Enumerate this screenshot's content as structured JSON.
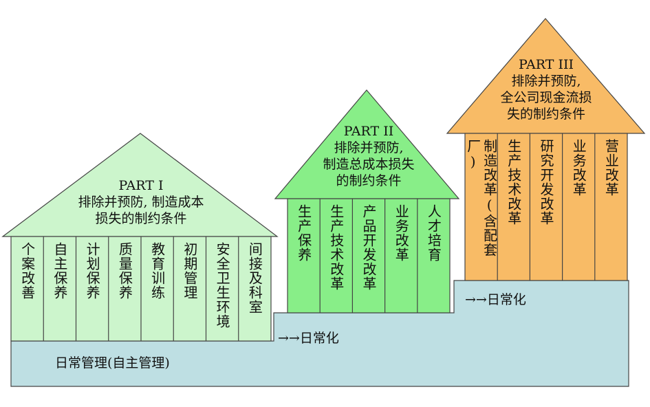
{
  "colors": {
    "part1": "#ccf5cc",
    "part2": "#88ee88",
    "part3": "#f8bb66",
    "base": "#bedfe3",
    "outline": "#444444"
  },
  "base": {
    "daily_management": "日常管理(自主管理)",
    "routinize_1": "→→日常化",
    "routinize_2": "→→日常化"
  },
  "parts": [
    {
      "title": "PART I",
      "roof_lines": [
        "排除并预防, 制造成本",
        "损失的制约条件"
      ],
      "pillars": [
        "个案改善",
        "自主保养",
        "计划保养",
        "质量保养",
        "教育训练",
        "初期管理",
        "安全卫生环境",
        "间接及科室"
      ]
    },
    {
      "title": "PART II",
      "roof_lines": [
        "排除并预防,",
        "制造总成本损失",
        "的制约条件"
      ],
      "pillars": [
        "生产保养",
        "生产技术改革",
        "产品开发改革",
        "业务改革",
        "人才培育"
      ]
    },
    {
      "title": "PART III",
      "roof_lines": [
        "排除并预防,",
        "全公司现金流损",
        "失的制约条件"
      ],
      "pillars": [
        "制造改革(含配套厂)",
        "生产技术改革",
        "研究开发改革",
        "业务改革",
        "营业改革"
      ]
    }
  ]
}
